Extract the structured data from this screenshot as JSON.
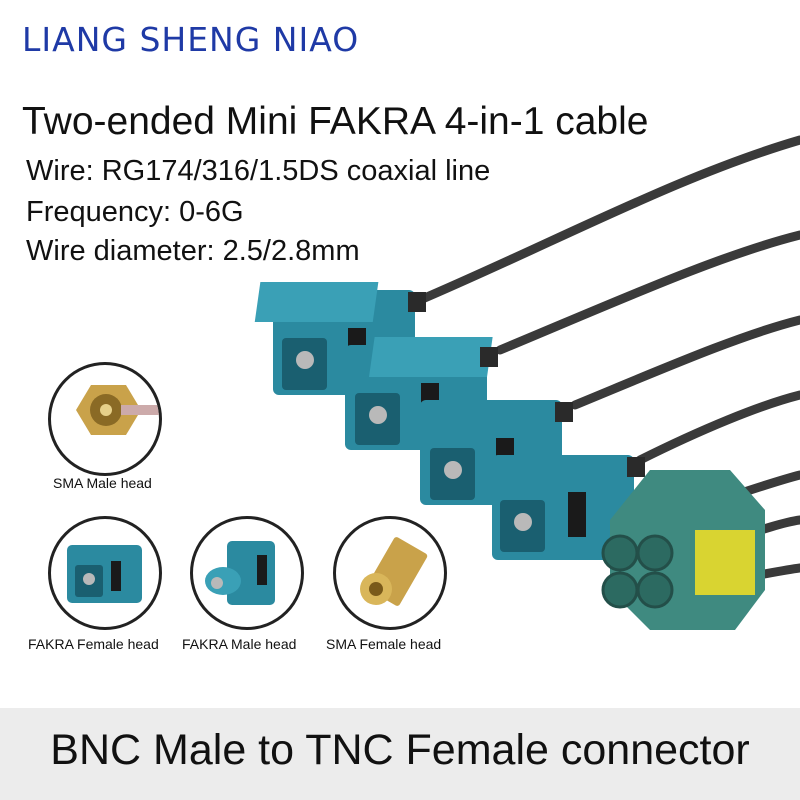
{
  "brand": "LIANG SHENG NIAO",
  "title": "Two-ended Mini FAKRA 4-in-1 cable",
  "specs": {
    "wire": "Wire: RG174/316/1.5DS coaxial line",
    "frequency": "Frequency: 0-6G",
    "diameter": "Wire diameter: 2.5/2.8mm"
  },
  "connectors": {
    "sma_male": "SMA Male head",
    "fakra_female": "FAKRA Female head",
    "fakra_male": "FAKRA Male head",
    "sma_female": "SMA Female head"
  },
  "footer": "BNC Male to TNC Female connector",
  "colors": {
    "brand": "#1f3aa6",
    "fakra_teal": "#2b8aa0",
    "cable": "#3a3a3a",
    "gold": "#c9a24a",
    "housing": "#3f8a80",
    "latch": "#d9d431"
  }
}
